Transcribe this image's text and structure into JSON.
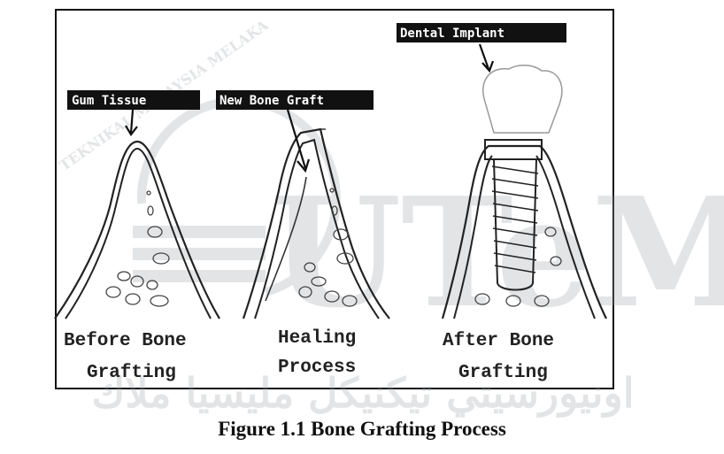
{
  "figure": {
    "labels": {
      "gum_tissue": "Gum Tissue",
      "new_bone_graft": "New Bone Graft",
      "dental_implant": "Dental Implant"
    },
    "stages": {
      "before": {
        "line1": "Before Bone",
        "line2": "Grafting"
      },
      "healing": {
        "line1": "Healing",
        "line2": "Process"
      },
      "after": {
        "line1": "After Bone",
        "line2": "Grafting"
      }
    },
    "watermark": {
      "ring_text": "TEKNIKAL MALAYSIA MELAKA",
      "logo_text": "UTeM",
      "arabic_text": "اونيورسيتي تيكنيكل مليسيا ملاك"
    },
    "caption": "Figure 1.1 Bone Grafting Process"
  },
  "colors": {
    "outline": "#222222",
    "label_bg": "#111111",
    "label_fg": "#ffffff",
    "watermark": "#c9ccd1"
  }
}
